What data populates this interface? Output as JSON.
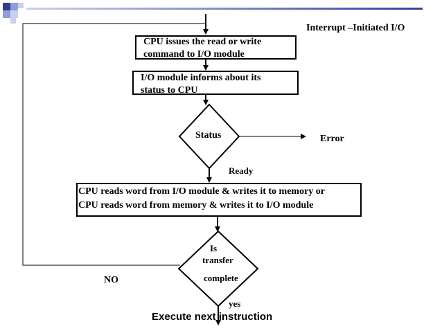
{
  "slide": {
    "title": "Interrupt –Initiated I/O",
    "decor_color_dark": "#2f3e8f",
    "decor_color_light": "#8fa0d8",
    "top_bar_color": "#3a3f9a"
  },
  "flow": {
    "step1": {
      "line1": "CPU issues the read or write",
      "line2": "command to I/O module"
    },
    "step2": {
      "line1": "I/O module informs about its",
      "line2": "status to CPU"
    },
    "decision1": {
      "label": "Status",
      "ready": "Ready",
      "error": "Error"
    },
    "step3": {
      "line1": "CPU reads word from I/O module & writes it to memory or",
      "line2": "CPU reads word from memory & writes it to I/O module"
    },
    "decision2": {
      "line1": "Is",
      "line2": "transfer",
      "line3": "complete",
      "no": "NO",
      "yes": "yes"
    },
    "end": "Execute next instruction"
  }
}
